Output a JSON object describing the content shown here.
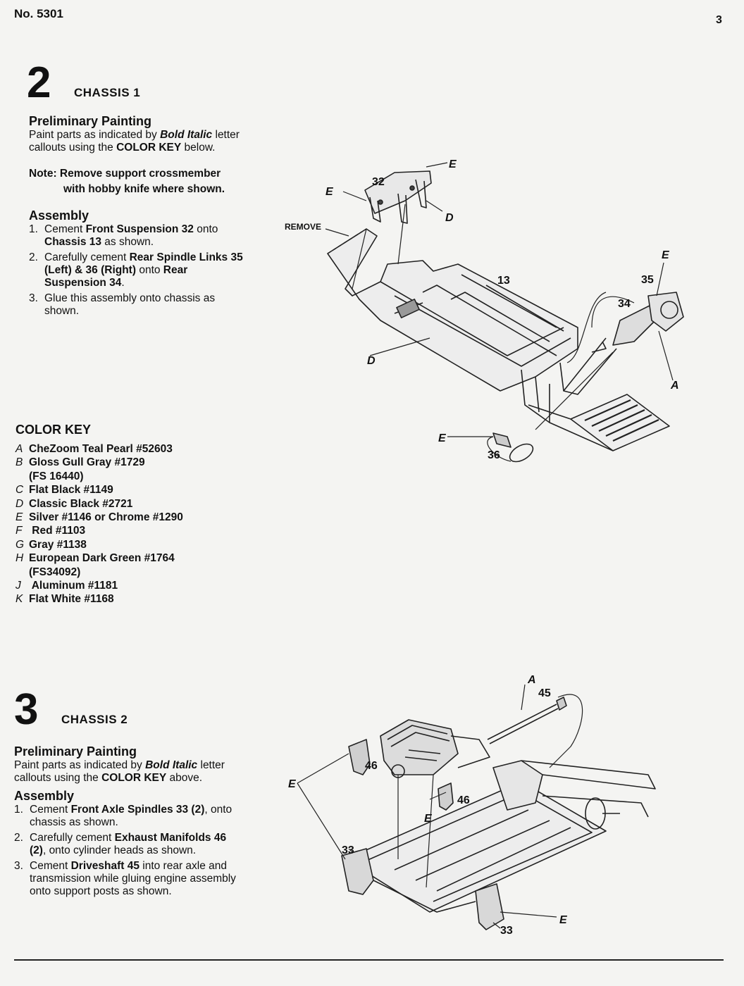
{
  "header": {
    "doc_number": "No. 5301",
    "page_number": "3"
  },
  "step2": {
    "number": "2",
    "title": "CHASSIS 1",
    "prelim_heading": "Preliminary Painting",
    "prelim_text_a": "Paint parts as indicated by ",
    "prelim_bold_italic": "Bold Italic",
    "prelim_text_b": " letter",
    "prelim_text_c": "callouts using the ",
    "prelim_color_key": "COLOR KEY",
    "prelim_text_d": " below.",
    "note_label": "Note:",
    "note_line1": " Remove support crossmember",
    "note_line2": "with hobby  knife where shown.",
    "assembly_heading": "Assembly",
    "items": [
      {
        "n": "1.",
        "parts": [
          [
            "Cement ",
            false
          ],
          [
            "Front Suspension 32",
            true
          ],
          [
            " onto ",
            false
          ],
          [
            "Chassis 13",
            true
          ],
          [
            " as shown.",
            false
          ]
        ]
      },
      {
        "n": "2.",
        "parts": [
          [
            "Carefully cement ",
            false
          ],
          [
            "Rear Spindle Links 35 (Left) & 36 (Right)",
            true
          ],
          [
            " onto ",
            false
          ],
          [
            "Rear Suspension 34",
            true
          ],
          [
            ".",
            false
          ]
        ]
      },
      {
        "n": "3.",
        "parts": [
          [
            "Glue this assembly onto chassis as shown.",
            false
          ]
        ]
      }
    ],
    "callouts": {
      "remove": "REMOVE",
      "e": "E",
      "d": "D",
      "a": "A",
      "p32": "32",
      "p13": "13",
      "p35": "35",
      "p34": "34",
      "p36": "36"
    }
  },
  "color_key": {
    "title": "COLOR KEY",
    "entries": [
      {
        "letter": "A",
        "text": "CheZoom Teal Pearl  #52603"
      },
      {
        "letter": "B",
        "text": "Gloss Gull Gray  #1729",
        "sub": "(FS 16440)"
      },
      {
        "letter": "C",
        "text": "Flat Black  #1149"
      },
      {
        "letter": "D",
        "text": "Classic Black  #2721"
      },
      {
        "letter": "E",
        "text": "Silver  #1146 or Chrome #1290"
      },
      {
        "letter": "F",
        "text": " Red  #1103"
      },
      {
        "letter": "G",
        "text": "Gray  #1138"
      },
      {
        "letter": "H",
        "text": "European Dark Green  #1764",
        "sub": "(FS34092)"
      },
      {
        "letter": "J",
        "text": " Aluminum  #1181"
      },
      {
        "letter": "K",
        "text": "Flat White  #1168"
      }
    ]
  },
  "step3": {
    "number": "3",
    "title": "CHASSIS 2",
    "prelim_heading": "Preliminary Painting",
    "prelim_text_a": "Paint parts as indicated by ",
    "prelim_bold_italic": "Bold Italic",
    "prelim_text_b": " letter",
    "prelim_text_c": "callouts using the ",
    "prelim_color_key": "COLOR KEY",
    "prelim_text_d": " above.",
    "assembly_heading": "Assembly",
    "items": [
      {
        "n": "1.",
        "parts": [
          [
            "Cement ",
            false
          ],
          [
            "Front Axle Spindles 33 (2)",
            true
          ],
          [
            ", onto chassis as shown.",
            false
          ]
        ]
      },
      {
        "n": "2.",
        "parts": [
          [
            "Carefully cement ",
            false
          ],
          [
            "Exhaust Manifolds 46 (2)",
            true
          ],
          [
            ", onto cylinder heads as shown.",
            false
          ]
        ]
      },
      {
        "n": "3.",
        "parts": [
          [
            "Cement ",
            false
          ],
          [
            "Driveshaft 45",
            true
          ],
          [
            " into rear axle and transmission while gluing engine assembly onto support posts as shown.",
            false
          ]
        ]
      }
    ],
    "callouts": {
      "a": "A",
      "e": "E",
      "p45": "45",
      "p46": "46",
      "p33": "33"
    }
  }
}
